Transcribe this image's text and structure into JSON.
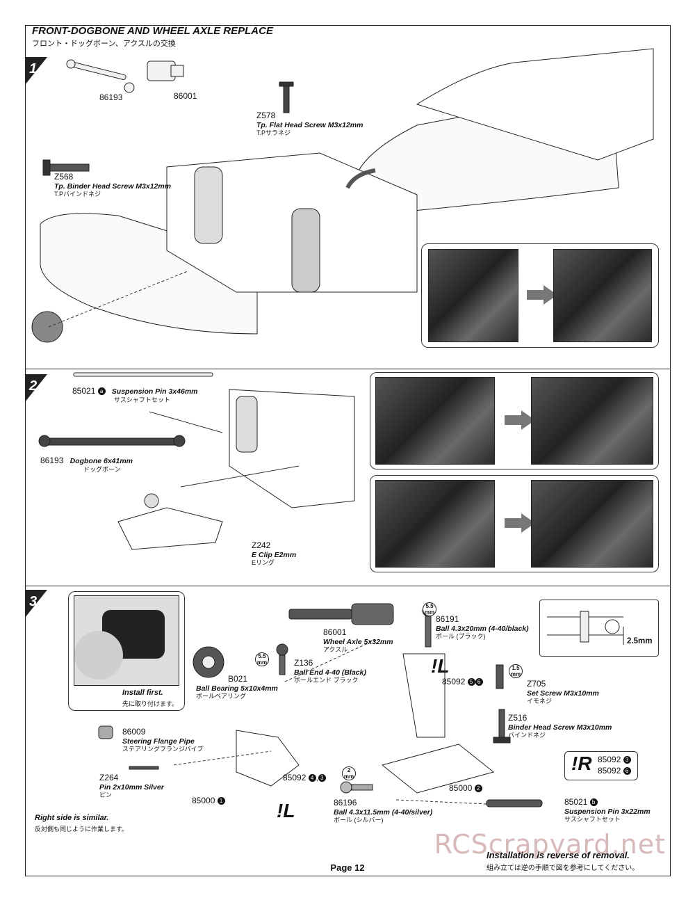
{
  "title": "FRONT-DOGBONE AND WHEEL AXLE REPLACE",
  "title_jp": "フロント・ドッグボーン、アクスルの交換",
  "steps": [
    "1",
    "2",
    "3"
  ],
  "step1": {
    "parts": [
      {
        "num": "86193"
      },
      {
        "num": "86001"
      },
      {
        "num": "Z578",
        "name": "Tp. Flat Head Screw M3x12mm",
        "jp": "T.Pサラネジ"
      },
      {
        "num": "Z568",
        "name": "Tp. Binder Head Screw M3x12mm",
        "jp": "T.Pバインドネジ"
      }
    ]
  },
  "step2": {
    "parts": [
      {
        "num": "85021",
        "mark": "a",
        "name": "Suspension Pin 3x46mm",
        "jp": "サスシャフトセット"
      },
      {
        "num": "86193",
        "name": "Dogbone 6x41mm",
        "jp": "ドッグボーン"
      },
      {
        "num": "Z242",
        "name": "E Clip E2mm",
        "jp": "Eリング"
      }
    ]
  },
  "step3": {
    "install_first": "Install first.",
    "install_first_jp": "先に取り付けます。",
    "parts": [
      {
        "num": "86001",
        "name": "Wheel Axle 5x32mm",
        "jp": "アクスル"
      },
      {
        "num": "86191",
        "name": "Ball 4.3x20mm (4-40/black)",
        "jp": "ボール (ブラック)"
      },
      {
        "num": "Z136",
        "name": "Ball End 4-40 (Black)",
        "jp": "ボールエンド ブラック"
      },
      {
        "num": "B021",
        "name": "Ball Bearing 5x10x4mm",
        "jp": "ボールベアリング"
      },
      {
        "num": "86009",
        "name": "Steering Flange Pipe",
        "jp": "ステアリングフランジパイプ"
      },
      {
        "num": "Z264",
        "name": "Pin 2x10mm Silver",
        "jp": "ピン"
      },
      {
        "num": "Z705",
        "name": "Set Screw M3x10mm",
        "jp": "イモネジ"
      },
      {
        "num": "Z516",
        "name": "Binder Head Screw M3x10mm",
        "jp": "バインドネジ"
      },
      {
        "num": "86196",
        "name": "Ball 4.3x11.5mm (4-40/silver)",
        "jp": "ボール (シルバー)"
      },
      {
        "num": "85021",
        "name": "Suspension Pin 3x22mm",
        "jp": "サスシャフトセット"
      }
    ],
    "callouts": {
      "c85092_56": "85092",
      "c85092_43": "85092",
      "c85000_1": "85000",
      "c85000_2": "85000",
      "c85021_b": "85021",
      "r_a": "85092",
      "r_b": "85092",
      "dim": "2.5mm",
      "tool_55a": "5.5",
      "tool_55b": "5.5",
      "tool_15": "1.5",
      "tool_2": "2",
      "tool_unit": "mm"
    },
    "l_mark": "!L",
    "r_mark": "!R",
    "right_side": "Right side is similar.",
    "right_side_jp": "反対側も同じように作業します。",
    "reverse": "Installation is reverse of removal.",
    "reverse_jp": "組み立ては逆の手順で図を参考にしてください。"
  },
  "page": "Page 12",
  "watermark": "RCScrapyard.net"
}
